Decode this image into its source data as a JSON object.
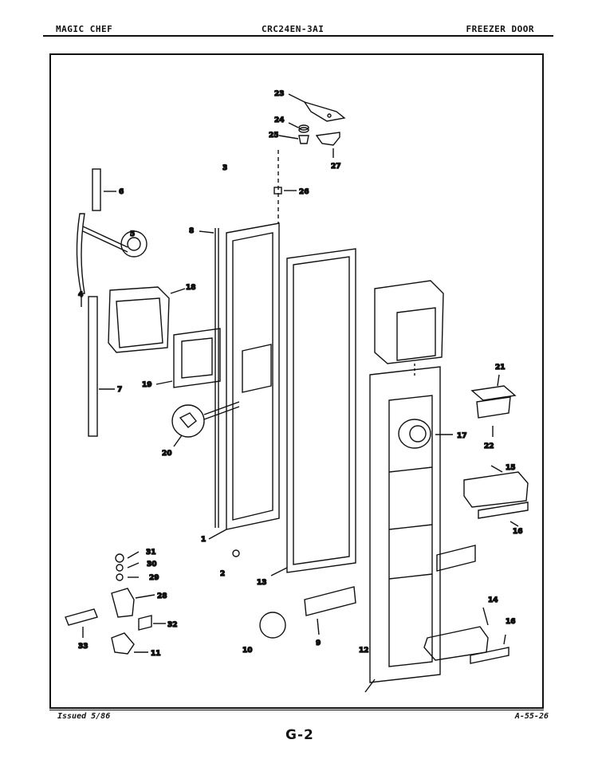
{
  "header": {
    "brand": "MAGIC CHEF",
    "model": "CRC24EN-3AI",
    "section": "FREEZER DOOR"
  },
  "footer": {
    "issued": "Issued 5/86",
    "doc_number": "A-55-26",
    "page": "G-2"
  },
  "part_labels": {
    "p1": "1",
    "p2": "2",
    "p3": "3",
    "p4": "4",
    "p5": "5",
    "p6": "6",
    "p7": "7",
    "p8": "8",
    "p9": "9",
    "p10": "10",
    "p11": "11",
    "p12": "12",
    "p13": "13",
    "p14": "14",
    "p15": "15",
    "p16a": "16",
    "p16b": "16",
    "p17": "17",
    "p18": "18",
    "p19": "19",
    "p20": "20",
    "p21": "21",
    "p22": "22",
    "p23": "23",
    "p24": "24",
    "p25": "25",
    "p26": "26",
    "p27": "27",
    "p28": "28",
    "p29": "29",
    "p30": "30",
    "p31": "31",
    "p32": "32",
    "p33": "33"
  }
}
